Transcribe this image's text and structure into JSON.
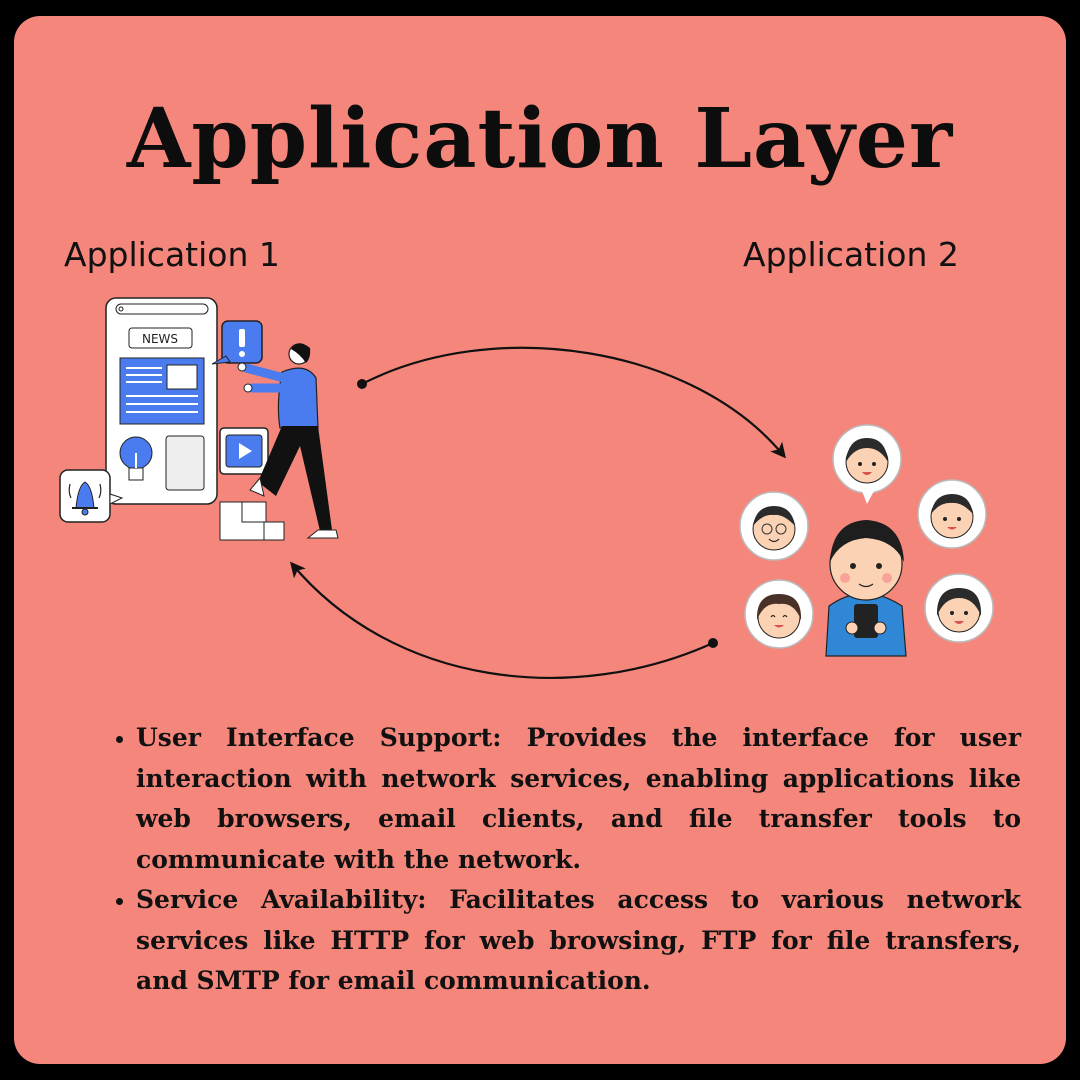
{
  "title": "Application Layer",
  "application_1": {
    "label": "Application 1",
    "news_label": "NEWS"
  },
  "application_2": {
    "label": "Application 2"
  },
  "bullets": [
    {
      "text": "User Interface Support: Provides the interface for user interaction with network services, enabling applications like web browsers, email clients, and file transfer tools to communicate with the network."
    },
    {
      "text": "Service Availability: Facilitates access to various network services like HTTP for web browsing, FTP for file transfers, and SMTP for email communication."
    }
  ],
  "colors": {
    "background": "#f5867b",
    "frame": "#000000",
    "accent_blue": "#4a7cf0",
    "text": "#111111"
  }
}
